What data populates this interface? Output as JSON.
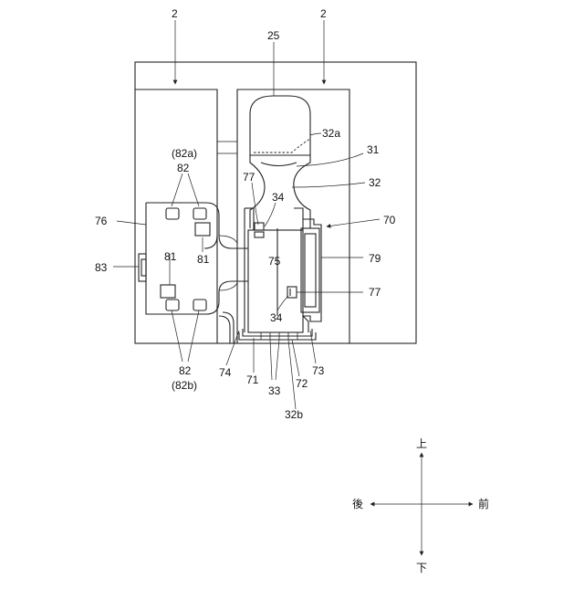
{
  "labels": {
    "l_2a": "2",
    "l_2b": "2",
    "l_25": "25",
    "l_32a": "32a",
    "l_31": "31",
    "l_32": "32",
    "l_82a_paren": "(82a)",
    "l_82_top": "82",
    "l_77_top": "77",
    "l_34_top": "34",
    "l_76": "76",
    "l_70": "70",
    "l_81_right": "81",
    "l_81_left": "81",
    "l_75": "75",
    "l_79": "79",
    "l_83": "83",
    "l_77_bottom": "77",
    "l_34_bottom": "34",
    "l_82_bottom": "82",
    "l_82b_paren": "(82b)",
    "l_74": "74",
    "l_71": "71",
    "l_33": "33",
    "l_72": "72",
    "l_73": "73",
    "l_32b": "32b"
  },
  "directions": {
    "up": "上",
    "down": "下",
    "back": "後",
    "front": "前"
  }
}
